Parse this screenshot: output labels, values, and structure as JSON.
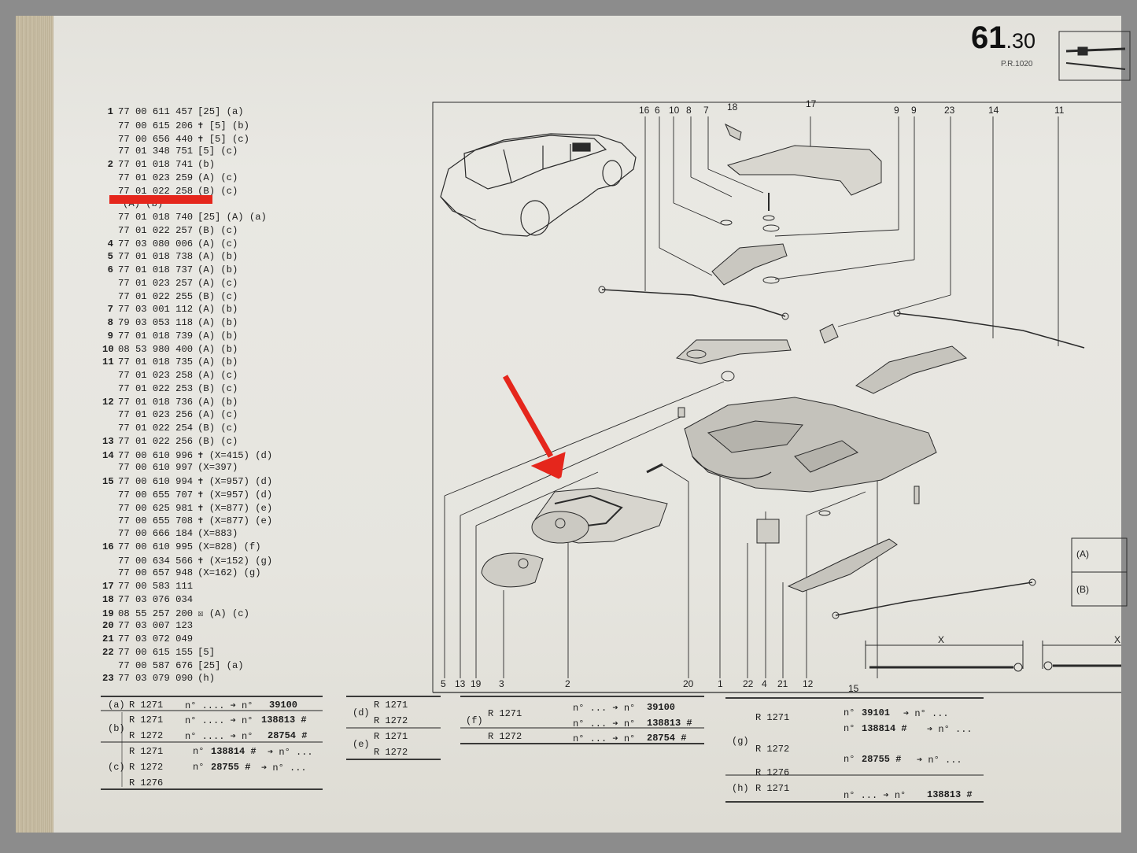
{
  "page_number": {
    "main": "61",
    "sub": ".30",
    "ref": "P.R.1020"
  },
  "parts_list": [
    {
      "n": "1",
      "ref": "77 00 611 457",
      "note": "[25] (a)"
    },
    {
      "n": "",
      "ref": "77 00 615 206",
      "note": "✝ [5] (b)"
    },
    {
      "n": "",
      "ref": "77 00 656 440",
      "note": "✝ [5] (c)"
    },
    {
      "n": "",
      "ref": "77 01 348 751",
      "note": "[5] (c)"
    },
    {
      "n": "2",
      "ref": "77 01 018 741",
      "note": "(b)"
    },
    {
      "n": "",
      "ref": "77 01 023 259",
      "note": "(A) (c)"
    },
    {
      "n": "",
      "ref": "77 01 022 258",
      "note": "(B) (c)"
    },
    {
      "n": "",
      "ref": "",
      "note": "(A) (b)"
    },
    {
      "n": "",
      "ref": "77 01 018 740",
      "note": "[25] (A) (a)"
    },
    {
      "n": "",
      "ref": "77 01 022 257",
      "note": "(B) (c)"
    },
    {
      "n": "4",
      "ref": "77 03 080 006",
      "note": "(A) (c)"
    },
    {
      "n": "5",
      "ref": "77 01 018 738",
      "note": "(A) (b)"
    },
    {
      "n": "6",
      "ref": "77 01 018 737",
      "note": "(A) (b)"
    },
    {
      "n": "",
      "ref": "77 01 023 257",
      "note": "(A) (c)"
    },
    {
      "n": "",
      "ref": "77 01 022 255",
      "note": "(B) (c)"
    },
    {
      "n": "7",
      "ref": "77 03 001 112",
      "note": "(A) (b)"
    },
    {
      "n": "8",
      "ref": "79 03 053 118",
      "note": "(A) (b)"
    },
    {
      "n": "9",
      "ref": "77 01 018 739",
      "note": "(A) (b)"
    },
    {
      "n": "10",
      "ref": "08 53 980 400",
      "note": "(A) (b)"
    },
    {
      "n": "11",
      "ref": "77 01 018 735",
      "note": "(A) (b)"
    },
    {
      "n": "",
      "ref": "77 01 023 258",
      "note": "(A) (c)"
    },
    {
      "n": "",
      "ref": "77 01 022 253",
      "note": "(B) (c)"
    },
    {
      "n": "12",
      "ref": "77 01 018 736",
      "note": "(A) (b)"
    },
    {
      "n": "",
      "ref": "77 01 023 256",
      "note": "(A) (c)"
    },
    {
      "n": "",
      "ref": "77 01 022 254",
      "note": "(B) (c)"
    },
    {
      "n": "13",
      "ref": "77 01 022 256",
      "note": "(B) (c)"
    },
    {
      "n": "14",
      "ref": "77 00 610 996",
      "note": "✝ (X=415) (d)"
    },
    {
      "n": "",
      "ref": "77 00 610 997",
      "note": "(X=397)"
    },
    {
      "n": "15",
      "ref": "77 00 610 994",
      "note": "✝ (X=957) (d)"
    },
    {
      "n": "",
      "ref": "77 00 655 707",
      "note": "✝ (X=957) (d)"
    },
    {
      "n": "",
      "ref": "77 00 625 981",
      "note": "✝ (X=877) (e)"
    },
    {
      "n": "",
      "ref": "77 00 655 708",
      "note": "✝ (X=877) (e)"
    },
    {
      "n": "",
      "ref": "77 00 666 184",
      "note": "(X=883)"
    },
    {
      "n": "16",
      "ref": "77 00 610 995",
      "note": "(X=828) (f)"
    },
    {
      "n": "",
      "ref": "77 00 634 566",
      "note": "✝ (X=152) (g)"
    },
    {
      "n": "",
      "ref": "77 00 657 948",
      "note": "(X=162) (g)"
    },
    {
      "n": "17",
      "ref": "77 00 583 111",
      "note": ""
    },
    {
      "n": "18",
      "ref": "77 03 076 034",
      "note": ""
    },
    {
      "n": "19",
      "ref": "08 55 257 200",
      "note": "☒ (A) (c)"
    },
    {
      "n": "20",
      "ref": "77 03 007 123",
      "note": ""
    },
    {
      "n": "21",
      "ref": "77 03 072 049",
      "note": ""
    },
    {
      "n": "22",
      "ref": "77 00 615 155",
      "note": "[5]"
    },
    {
      "n": "",
      "ref": "77 00 587 676",
      "note": "[25] (a)"
    },
    {
      "n": "23",
      "ref": "77 03 079 090",
      "note": "(h)"
    }
  ],
  "callouts_top": [
    "16",
    "6",
    "10",
    "8",
    "7",
    "18",
    "17",
    "9",
    "9",
    "23",
    "14",
    "11"
  ],
  "callouts_bottom": [
    "5",
    "13",
    "19",
    "3",
    "2",
    "20",
    "1",
    "22",
    "4",
    "21",
    "12",
    "15"
  ],
  "dimension_label": "X",
  "variant_labels": [
    "(A)",
    "(B)"
  ],
  "footnotes": {
    "a": {
      "key": "(a)",
      "rows": [
        {
          "model": "R 1271",
          "spec": "n° .... ➔ n°",
          "num": "39100"
        }
      ]
    },
    "b": {
      "key": "(b)",
      "rows": [
        {
          "model": "R 1271",
          "spec": "n° .... ➔ n°",
          "num": "138813 #"
        },
        {
          "model": "R 1272",
          "spec": "n° .... ➔ n°",
          "num": "28754 #"
        }
      ]
    },
    "c": {
      "key": "(c)",
      "rows": [
        {
          "model": "R 1271",
          "spec": "n°",
          "num": "138814 #",
          "tail": "➔ n° ..."
        },
        {
          "model": "R 1272",
          "spec": "n°",
          "num": "28755 #",
          "tail": "➔ n° ..."
        },
        {
          "model": "R 1276",
          "spec": "",
          "num": "",
          "tail": ""
        }
      ]
    },
    "d": {
      "key": "(d)",
      "rows": [
        {
          "model": "R 1271"
        },
        {
          "model": "R 1272"
        }
      ]
    },
    "e": {
      "key": "(e)",
      "rows": [
        {
          "model": "R 1271"
        },
        {
          "model": "R 1272"
        }
      ]
    },
    "f": {
      "key": "(f)",
      "rows": [
        {
          "model": "",
          "spec": "n° ... ➔ n°",
          "num": "39100"
        },
        {
          "model": "R 1271",
          "spec": "n° ... ➔ n°",
          "num": "138813 #"
        },
        {
          "model": "R 1272",
          "spec": "n° ... ➔ n°",
          "num": "28754 #"
        }
      ]
    },
    "g": {
      "key": "(g)",
      "rows": [
        {
          "model": "R 1271",
          "spec": "n°",
          "num": "39101",
          "tail": "➔ n° ..."
        },
        {
          "model": "",
          "spec": "n°",
          "num": "138814 #",
          "tail": "➔ n° ..."
        },
        {
          "model": "R 1272",
          "spec": "",
          "num": "",
          "tail": ""
        },
        {
          "model": "",
          "spec": "n°",
          "num": "28755 #",
          "tail": "➔ n° ..."
        },
        {
          "model": "R 1276",
          "spec": "",
          "num": "",
          "tail": ""
        }
      ]
    },
    "h": {
      "key": "(h)",
      "rows": [
        {
          "model": "R 1271",
          "spec": "n° ... ➔ n°",
          "num": "138813 #"
        }
      ]
    }
  },
  "annotations": {
    "redline_color": "#e5261c",
    "arrow_color": "#e5261c"
  }
}
